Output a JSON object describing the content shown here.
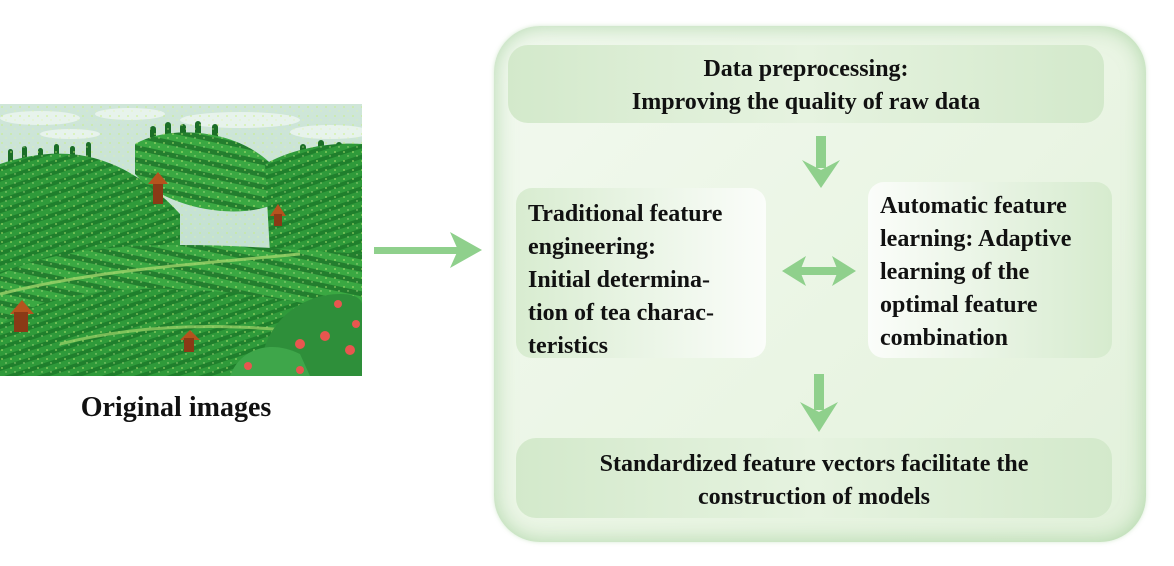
{
  "left": {
    "caption": "Original images"
  },
  "flow": {
    "preprocessing": {
      "line1": "Data preprocessing:",
      "line2": "Improving the quality of raw data"
    },
    "traditional": {
      "lines": [
        "Traditional feature",
        "engineering:",
        "Initial determina-",
        "tion of tea charac-",
        "teristics"
      ]
    },
    "automatic": {
      "lines": [
        "Automatic feature",
        "learning: Adaptive",
        "learning of the",
        "optimal feature",
        "combination"
      ]
    },
    "standardized": {
      "line1": "Standardized feature vectors facilitate the",
      "line2": "construction of models"
    }
  },
  "colors": {
    "arrow": "#8fd08c",
    "panel_glow": "#80be78",
    "box_green": "#d3e9cb"
  },
  "icons": {
    "main_arrow": "right-arrow-icon",
    "down_arrow": "down-arrow-icon",
    "double_arrow": "left-right-arrow-icon"
  }
}
